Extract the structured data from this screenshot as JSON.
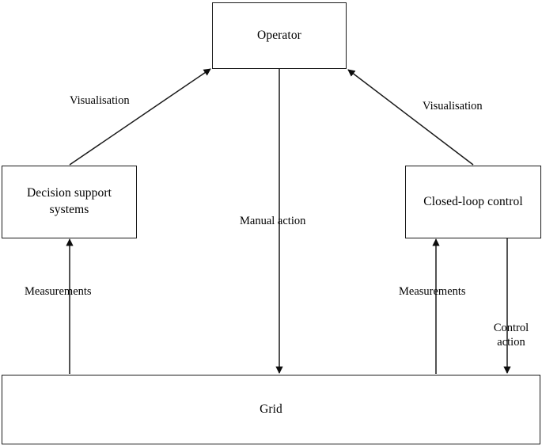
{
  "diagram": {
    "title": "Operator, decision support, closed-loop control and grid interaction diagram",
    "stroke_color": "#1a1a1a",
    "background_color": "#ffffff",
    "nodes": [
      {
        "id": "operator",
        "label": "Operator"
      },
      {
        "id": "decision_support",
        "label": "Decision support\nsystems"
      },
      {
        "id": "closed_loop",
        "label": "Closed-loop control"
      },
      {
        "id": "grid",
        "label": "Grid"
      }
    ],
    "edges": [
      {
        "id": "visualisation_left",
        "label": "Visualisation",
        "from": "decision_support",
        "to": "operator",
        "arrowhead": "at-operator"
      },
      {
        "id": "visualisation_right",
        "label": "Visualisation",
        "from": "closed_loop",
        "to": "operator",
        "arrowhead": "at-operator"
      },
      {
        "id": "manual_action",
        "label": "Manual action",
        "from": "operator",
        "to": "grid",
        "arrowhead": "at-grid"
      },
      {
        "id": "measurements_left",
        "label": "Measurements",
        "from": "grid",
        "to": "decision_support",
        "arrowhead": "at-decision-support"
      },
      {
        "id": "measurements_right",
        "label": "Measurements",
        "from": "grid",
        "to": "closed_loop",
        "arrowhead": "at-closed-loop"
      },
      {
        "id": "control_action",
        "label": "Control\naction",
        "from": "closed_loop",
        "to": "grid",
        "arrowhead": "at-grid"
      }
    ]
  }
}
